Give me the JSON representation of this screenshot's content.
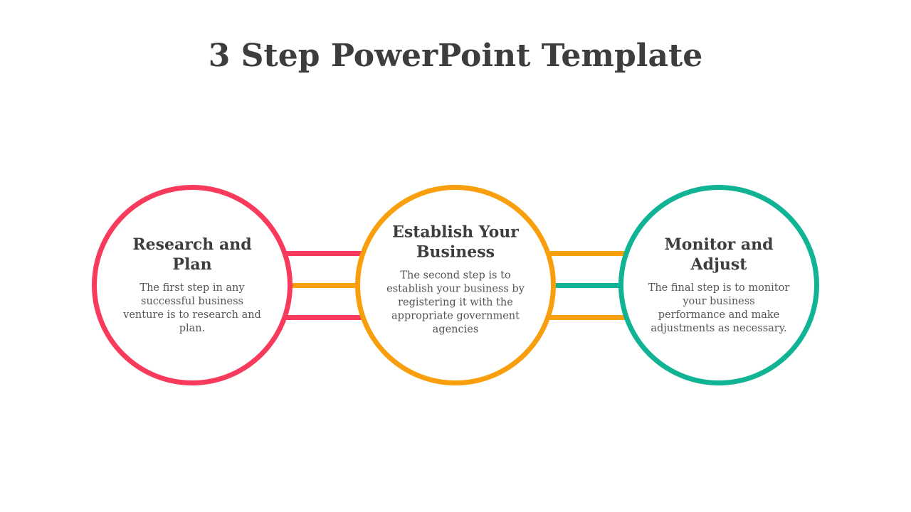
{
  "slide": {
    "title": "3 Step PowerPoint Template"
  },
  "colors": {
    "step1": "#f83a5c",
    "step2": "#f99e0c",
    "step3": "#10b394",
    "heading": "#3d3d3d",
    "body_text": "#555555"
  },
  "steps": [
    {
      "heading": "Research and Plan",
      "text": "The first step in any successful business venture is to research and plan."
    },
    {
      "heading": "Establish Your Business",
      "text": "The second step is to establish your business by registering it with the appropriate government agencies"
    },
    {
      "heading": "Monitor and Adjust",
      "text": "The final step is to monitor your business performance and make adjustments as necessary."
    }
  ]
}
